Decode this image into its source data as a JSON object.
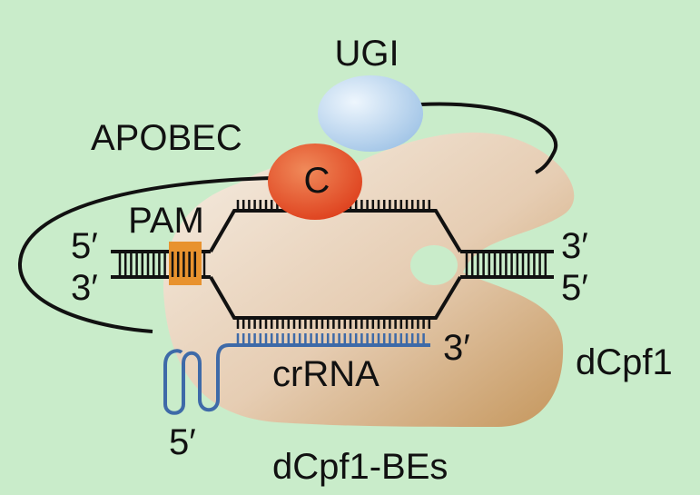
{
  "labels": {
    "ugi": "UGI",
    "apobec": "APOBEC",
    "cytosine": "C",
    "pam": "PAM",
    "five_prime_left": "5′",
    "three_prime_left": "3′",
    "three_prime_right": "3′",
    "five_prime_right": "5′",
    "crrna": "crRNA",
    "crrna_three_prime": "3′",
    "crrna_five_prime": "5′",
    "protein": "dCpf1",
    "construct": "dCpf1-BEs"
  },
  "colors": {
    "background": "#c9ecca",
    "protein": "#e9d2bd",
    "ugi": "#b7d4ef",
    "apobec": "#e24a24",
    "pam": "#e8922e",
    "crrna": "#3e6aa8",
    "dna": "#111111"
  },
  "icons": {
    "ugi": "ellipse-protein-blue",
    "apobec": "ellipse-protein-red",
    "dcpf1": "blob-protein-tan",
    "pam": "orange-box",
    "crrna": "hairpin-rna-strand"
  }
}
